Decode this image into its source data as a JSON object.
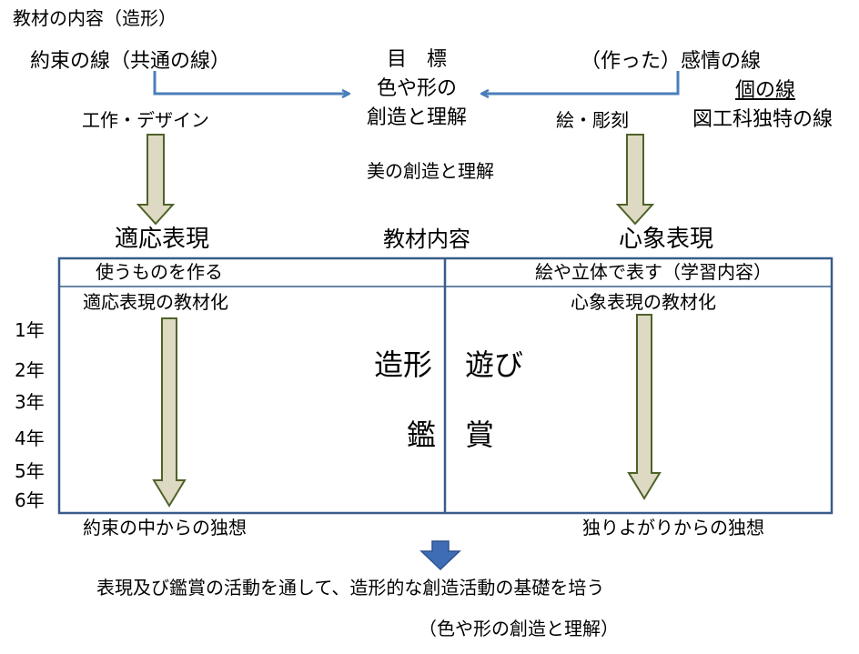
{
  "title": "教材の内容（造形）",
  "left_line": "約束の線（共通の線）",
  "center_goal": [
    "目　標",
    "色や形の",
    "創造と理解"
  ],
  "right_line": "（作った）感情の線",
  "individual_line": "個の線",
  "art_specific_line": "図工科独特の線",
  "craft_design": "工作・デザイン",
  "painting_sculpture": "絵・彫刻",
  "beauty": "美の創造と理解",
  "adaptive_expression": "適応表現",
  "teaching_content": "教材内容",
  "mental_expression": "心象表現",
  "left_row1": "使うものを作る",
  "right_row1": "絵や立体で表す（学習内容）",
  "left_row2": "適応表現の教材化",
  "right_row2": "心象表現の教材化",
  "grades": [
    "1年",
    "2年",
    "3年",
    "4年",
    "5年",
    "6年"
  ],
  "center_words": {
    "zokei": "造形",
    "asobi": "遊び",
    "kan": "鑑",
    "sho": "賞"
  },
  "left_bottom": "約束の中からの独想",
  "right_bottom": "独りよがりからの独想",
  "conclusion": "表現及び鑑賞の活動を通して、造形的な創造活動の基礎を培う",
  "conclusion_sub": "（色や形の創造と理解）",
  "colors": {
    "blue_line": "#4a7ebb",
    "box_border": "#385d8a",
    "arrow_fill": "#ddd9c3",
    "arrow_stroke": "#4f6228",
    "down_arrow": "#3f6db5"
  }
}
